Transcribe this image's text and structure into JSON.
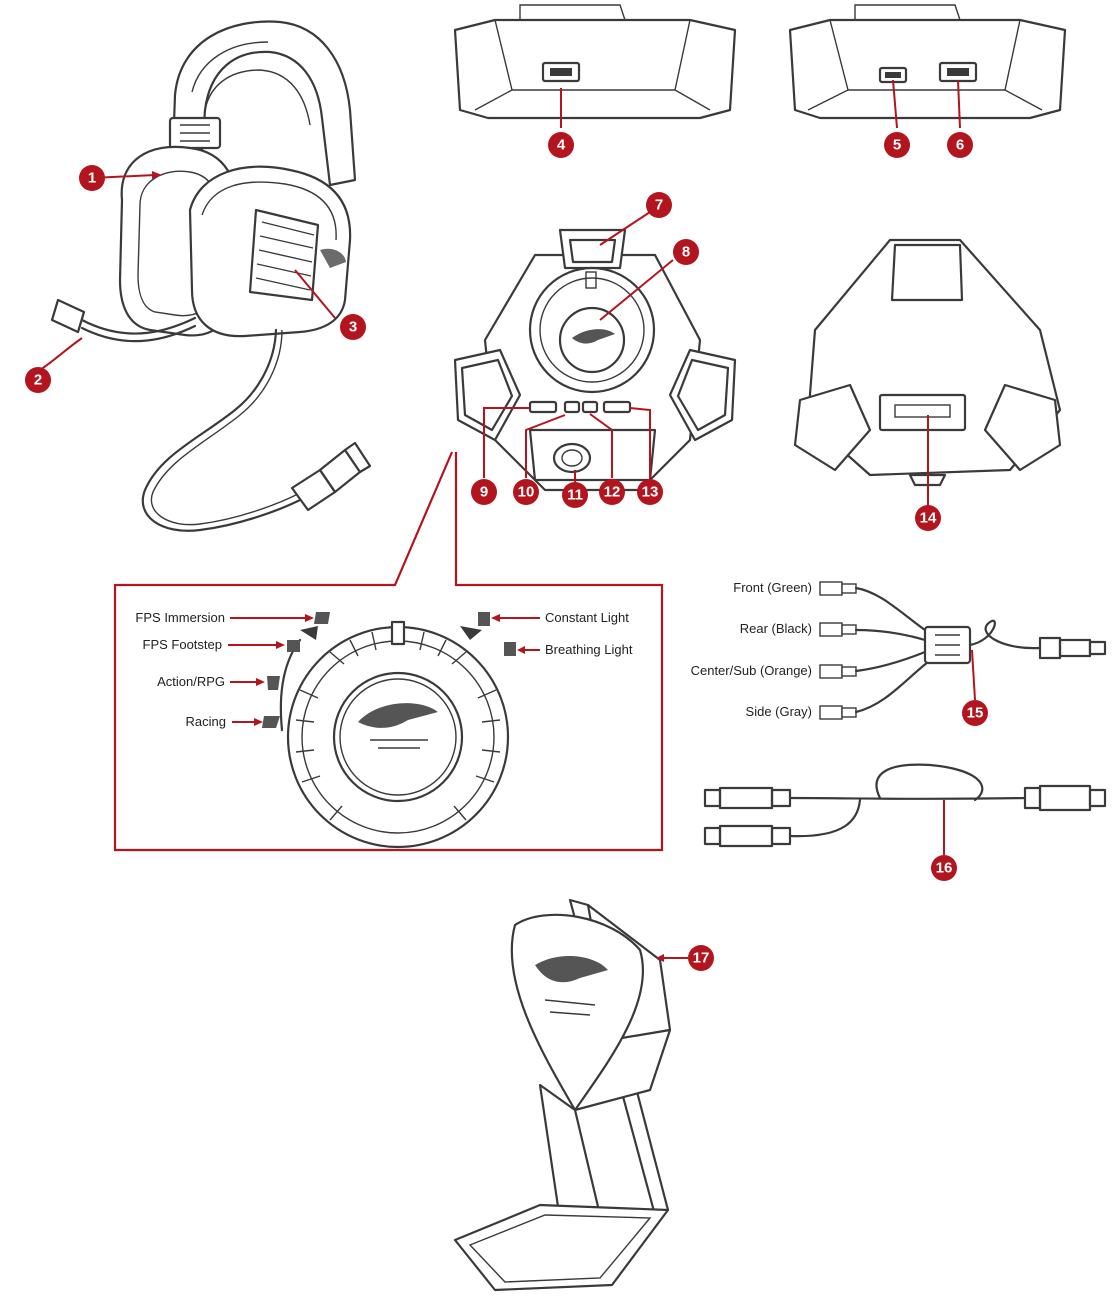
{
  "callouts": [
    "1",
    "2",
    "3",
    "4",
    "5",
    "6",
    "7",
    "8",
    "9",
    "10",
    "11",
    "12",
    "13",
    "14",
    "15",
    "16",
    "17"
  ],
  "lighting_modes": {
    "left": [
      "FPS Immersion",
      "FPS Footstep",
      "Action/RPG",
      "Racing"
    ],
    "right": [
      "Constant Light",
      "Breathing Light"
    ]
  },
  "cable_plugs": [
    {
      "label": "Front (Green)",
      "color": "#7ac943"
    },
    {
      "label": "Rear (Black)",
      "color": "#3a3a3a"
    },
    {
      "label": "Center/Sub (Orange)",
      "color": "#c98a2b"
    },
    {
      "label": "Side (Gray)",
      "color": "#8d8d8d"
    }
  ],
  "colors": {
    "accent": "#b3151f",
    "line": "#3a3a3a"
  }
}
